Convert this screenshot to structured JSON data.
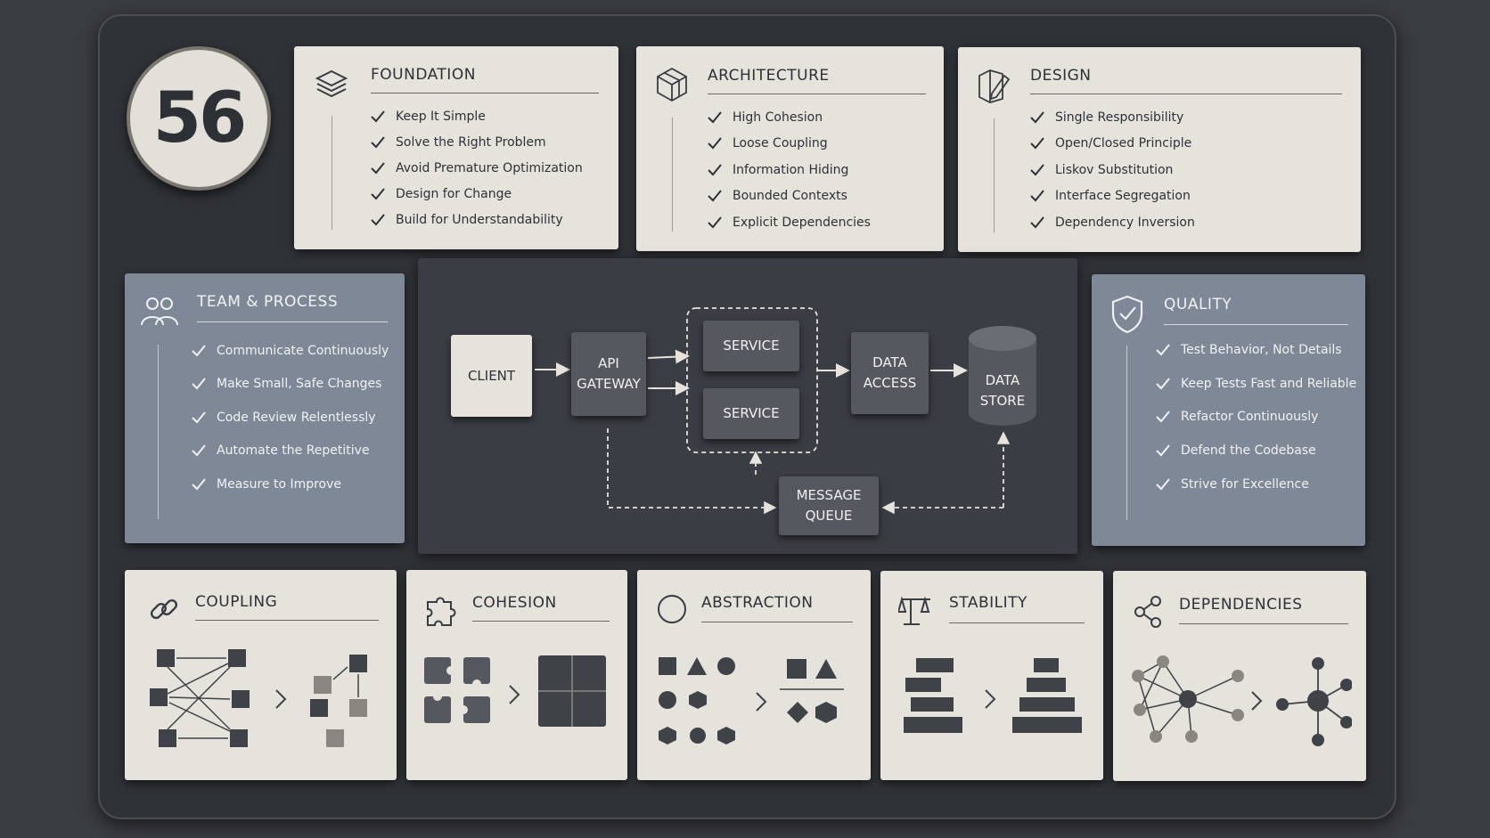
{
  "badge": {
    "number": "56"
  },
  "foundation": {
    "title": "FOUNDATION",
    "icon": "layers-icon",
    "items": [
      "Keep It Simple",
      "Solve the Right Problem",
      "Avoid Premature Optimization",
      "Design for Change",
      "Build for Understandability"
    ]
  },
  "architecture": {
    "title": "ARCHITECTURE",
    "icon": "cube-icon",
    "items": [
      "High Cohesion",
      "Loose Coupling",
      "Information Hiding",
      "Bounded Contexts",
      "Explicit Dependencies"
    ]
  },
  "design": {
    "title": "DESIGN",
    "icon": "pencil-box-icon",
    "items": [
      "Single Responsibility",
      "Open/Closed Principle",
      "Liskov Substitution",
      "Interface Segregation",
      "Dependency Inversion"
    ]
  },
  "team": {
    "title": "TEAM & PROCESS",
    "icon": "team-icon",
    "items": [
      "Communicate Continuously",
      "Make Small, Safe Changes",
      "Code Review Relentlessly",
      "Automate the Repetitive",
      "Measure to Improve"
    ]
  },
  "quality": {
    "title": "QUALITY",
    "icon": "shield-check-icon",
    "items": [
      "Test Behavior, Not Details",
      "Keep Tests Fast and Reliable",
      "Refactor Continuously",
      "Defend the Codebase",
      "Strive for Excellence"
    ]
  },
  "diagram": {
    "client": "CLIENT",
    "gateway": [
      "API",
      "GATEWAY"
    ],
    "service1": "SERVICE",
    "service2": "SERVICE",
    "data_access": [
      "DATA",
      "ACCESS"
    ],
    "data_store": [
      "DATA",
      "STORE"
    ],
    "message_queue": [
      "MESSAGE",
      "QUEUE"
    ]
  },
  "tiles": [
    {
      "title": "COUPLING",
      "icon": "link-icon"
    },
    {
      "title": "COHESION",
      "icon": "puzzle-icon"
    },
    {
      "title": "ABSTRACTION",
      "icon": "circle-icon"
    },
    {
      "title": "STABILITY",
      "icon": "balance-icon"
    },
    {
      "title": "DEPENDENCIES",
      "icon": "share-nodes-icon"
    }
  ],
  "colors": {
    "board": "#2f3237",
    "card_light": "#e6e2dc",
    "card_slate": "#7e8896",
    "block_dark": "#55585e",
    "ink": "#2e3136"
  }
}
